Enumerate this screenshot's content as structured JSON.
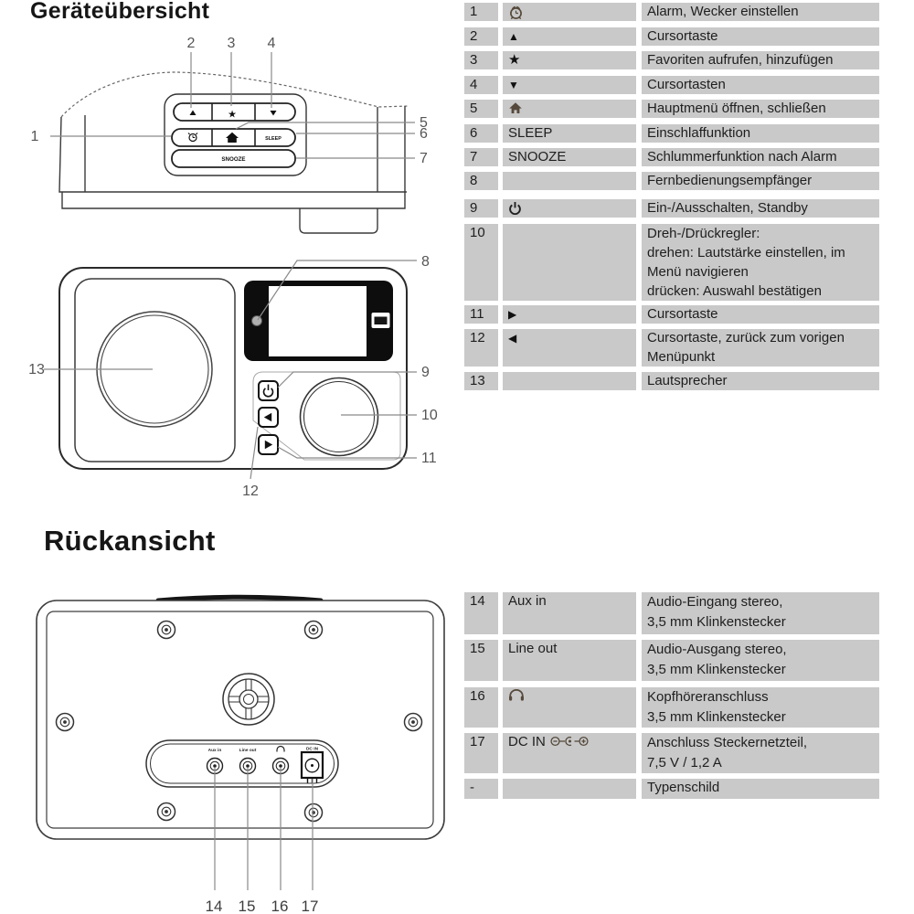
{
  "titles": {
    "front_section": "Geräteübersicht",
    "rear_section": "Rückansicht"
  },
  "device": {
    "sleep_button": "SLEEP",
    "snooze_button": "SNOOZE",
    "aux_label": "Aux in",
    "lineout_label": "Line out",
    "dcin_label": "DC IN"
  },
  "callouts": {
    "top": [
      "1",
      "2",
      "3",
      "4",
      "5",
      "6",
      "7"
    ],
    "front": [
      "8",
      "9",
      "10",
      "11",
      "12",
      "13"
    ],
    "rear": [
      "14",
      "15",
      "16",
      "17"
    ]
  },
  "upper_table": {
    "rows": [
      {
        "num": "1",
        "key_icon": "alarm-clock",
        "key_text": "",
        "desc": [
          "Alarm, Wecker einstellen"
        ]
      },
      {
        "num": "2",
        "key_icon": "triangle-up",
        "key_text": "",
        "desc": [
          "Cursortaste"
        ]
      },
      {
        "num": "3",
        "key_icon": "star",
        "key_text": "",
        "desc": [
          "Favoriten aufrufen, hinzufügen"
        ]
      },
      {
        "num": "4",
        "key_icon": "triangle-down",
        "key_text": "",
        "desc": [
          "Cursortasten"
        ]
      },
      {
        "num": "5",
        "key_icon": "house",
        "key_text": "",
        "desc": [
          "Hauptmenü öffnen, schließen"
        ]
      },
      {
        "num": "6",
        "key_icon": "",
        "key_text": "SLEEP",
        "desc": [
          "Einschlaffunktion"
        ]
      },
      {
        "num": "7",
        "key_icon": "",
        "key_text": "SNOOZE",
        "desc": [
          "Schlummerfunktion nach Alarm"
        ]
      },
      {
        "num": "8",
        "key_icon": "",
        "key_text": "",
        "desc": [
          "Fernbedienungsempfänger"
        ]
      },
      {
        "num": "9",
        "key_icon": "power",
        "key_text": "",
        "desc": [
          "Ein-/Ausschalten, Standby"
        ]
      },
      {
        "num": "10",
        "key_icon": "",
        "key_text": "",
        "desc": [
          "Dreh-/Drückregler:",
          "drehen: Lautstärke einstellen, im",
          "Menü navigieren",
          "drücken: Auswahl bestätigen"
        ]
      },
      {
        "num": "11",
        "key_icon": "triangle-right",
        "key_text": "",
        "desc": [
          "Cursortaste"
        ]
      },
      {
        "num": "12",
        "key_icon": "triangle-left",
        "key_text": "",
        "desc": [
          "Cursortaste, zurück zum vorigen",
          "Menüpunkt"
        ]
      },
      {
        "num": "13",
        "key_icon": "",
        "key_text": "",
        "desc": [
          "Lautsprecher"
        ]
      }
    ]
  },
  "lower_table": {
    "rows": [
      {
        "num": "14",
        "key_icon": "",
        "key_text": "Aux in",
        "desc": [
          "Audio-Eingang stereo,",
          "3,5 mm Klinkenstecker"
        ]
      },
      {
        "num": "15",
        "key_icon": "",
        "key_text": "Line out",
        "desc": [
          "Audio-Ausgang stereo,",
          "3,5 mm Klinkenstecker"
        ]
      },
      {
        "num": "16",
        "key_icon": "headphones",
        "key_text": "",
        "desc": [
          "Kopfhöreranschluss",
          "3,5 mm Klinkenstecker"
        ]
      },
      {
        "num": "17",
        "key_icon": "dc-polarity",
        "key_text": "DC IN",
        "desc": [
          "Anschluss Steckernetzteil,",
          "7,5 V / 1,2 A"
        ]
      },
      {
        "num": "-",
        "key_icon": "",
        "key_text": "",
        "desc": [
          "Typenschild"
        ]
      }
    ]
  },
  "colors": {
    "table_cell_bg": "#c9c9c9",
    "icon_brown": "#564a3c",
    "callout_gray": "#8a8a8a",
    "text": "#1e1e1e"
  }
}
